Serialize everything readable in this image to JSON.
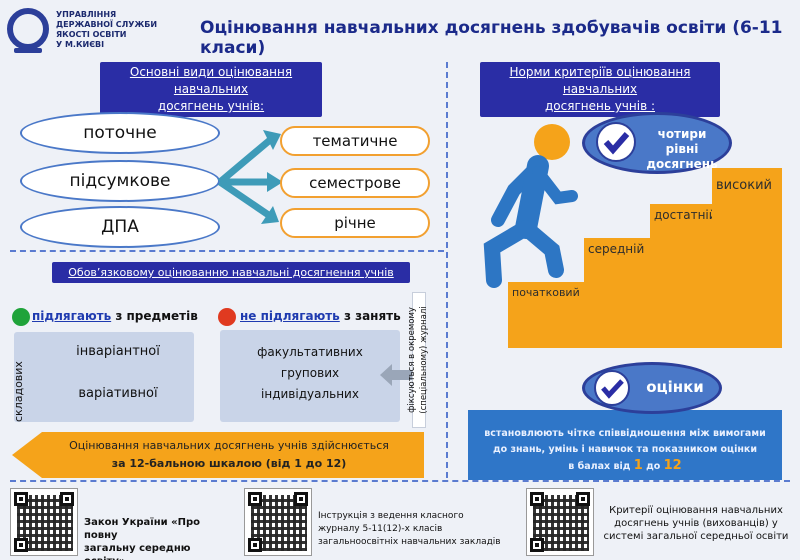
{
  "org": {
    "line1": "УПРАВЛІННЯ",
    "line2": "ДЕРЖАВНОЇ СЛУЖБИ",
    "line3": "ЯКОСТІ ОСВІТИ",
    "line4": "У М.КИЄВІ"
  },
  "title": "Оцінювання навчальних досягнень здобувачів освіти (6-11 класи)",
  "left": {
    "banner_line1": "Основні види оцінювання  навчальних",
    "banner_line2": "досягнень  учнів:",
    "types": [
      "поточне",
      "підсумкове",
      "ДПА"
    ],
    "subtypes": [
      "тематичне",
      "семестрове",
      "річне"
    ]
  },
  "mandatory": {
    "banner": "Обов’язковому оцінюванню навчальні досягнення учнів",
    "yes_u": "підлягають",
    "yes_rest": " з предметів",
    "no_u": "не підлягають",
    "no_rest": " з занять",
    "side_label": "складових",
    "yes_items": [
      "інваріантної",
      "варіативної"
    ],
    "no_items": [
      "факультативних",
      "групових",
      "індивідуальних"
    ],
    "journal_note": "фіксуються в окремому (спеціальному) журналі",
    "scale_line1": "Оцінювання навчальних досягнень учнів здійснюється",
    "scale_line2": "за 12-бальною шкалою (від 1 до 12)"
  },
  "right": {
    "banner_line1": "Норми критеріїв оцінювання навчальних",
    "banner_line2": "досягнень учнів :",
    "levels_badge_line1": "чотири рівні",
    "levels_badge_line2": "досягнень",
    "levels": [
      "початковий",
      "середній",
      "достатній",
      "високий"
    ],
    "grades_badge": "оцінки",
    "grades_text_line1": "встановлюють чітке співвідношення між вимогами",
    "grades_text_line2": "до  знань, умінь і  навичок  та показником оцінки",
    "grades_text_pre": "в балах від ",
    "grades_from": "1",
    "grades_mid": " до ",
    "grades_to": "12"
  },
  "footer": {
    "law_line1": "Закон України «Про повну",
    "law_line2": "загальну середню освіту»",
    "instr_line1": "Інструкція з ведення класного",
    "instr_line2": "журналу 5-11(12)-х класів",
    "instr_line3": "загальноосвітніх навчальних закладів",
    "crit_line1": "Критерії оцінювання навчальних",
    "crit_line2": "досягнень учнів (вихованців) у",
    "crit_line3": "системі загальної середньої освіти"
  },
  "colors": {
    "navy": "#2a2da5",
    "orange": "#f5a31a",
    "blue": "#4a78c8",
    "green": "#1fa33a",
    "red": "#e03a20"
  },
  "icons": [
    "logo-icon",
    "check-icon",
    "arrow-icon",
    "person-icon",
    "qr-code-icon"
  ]
}
